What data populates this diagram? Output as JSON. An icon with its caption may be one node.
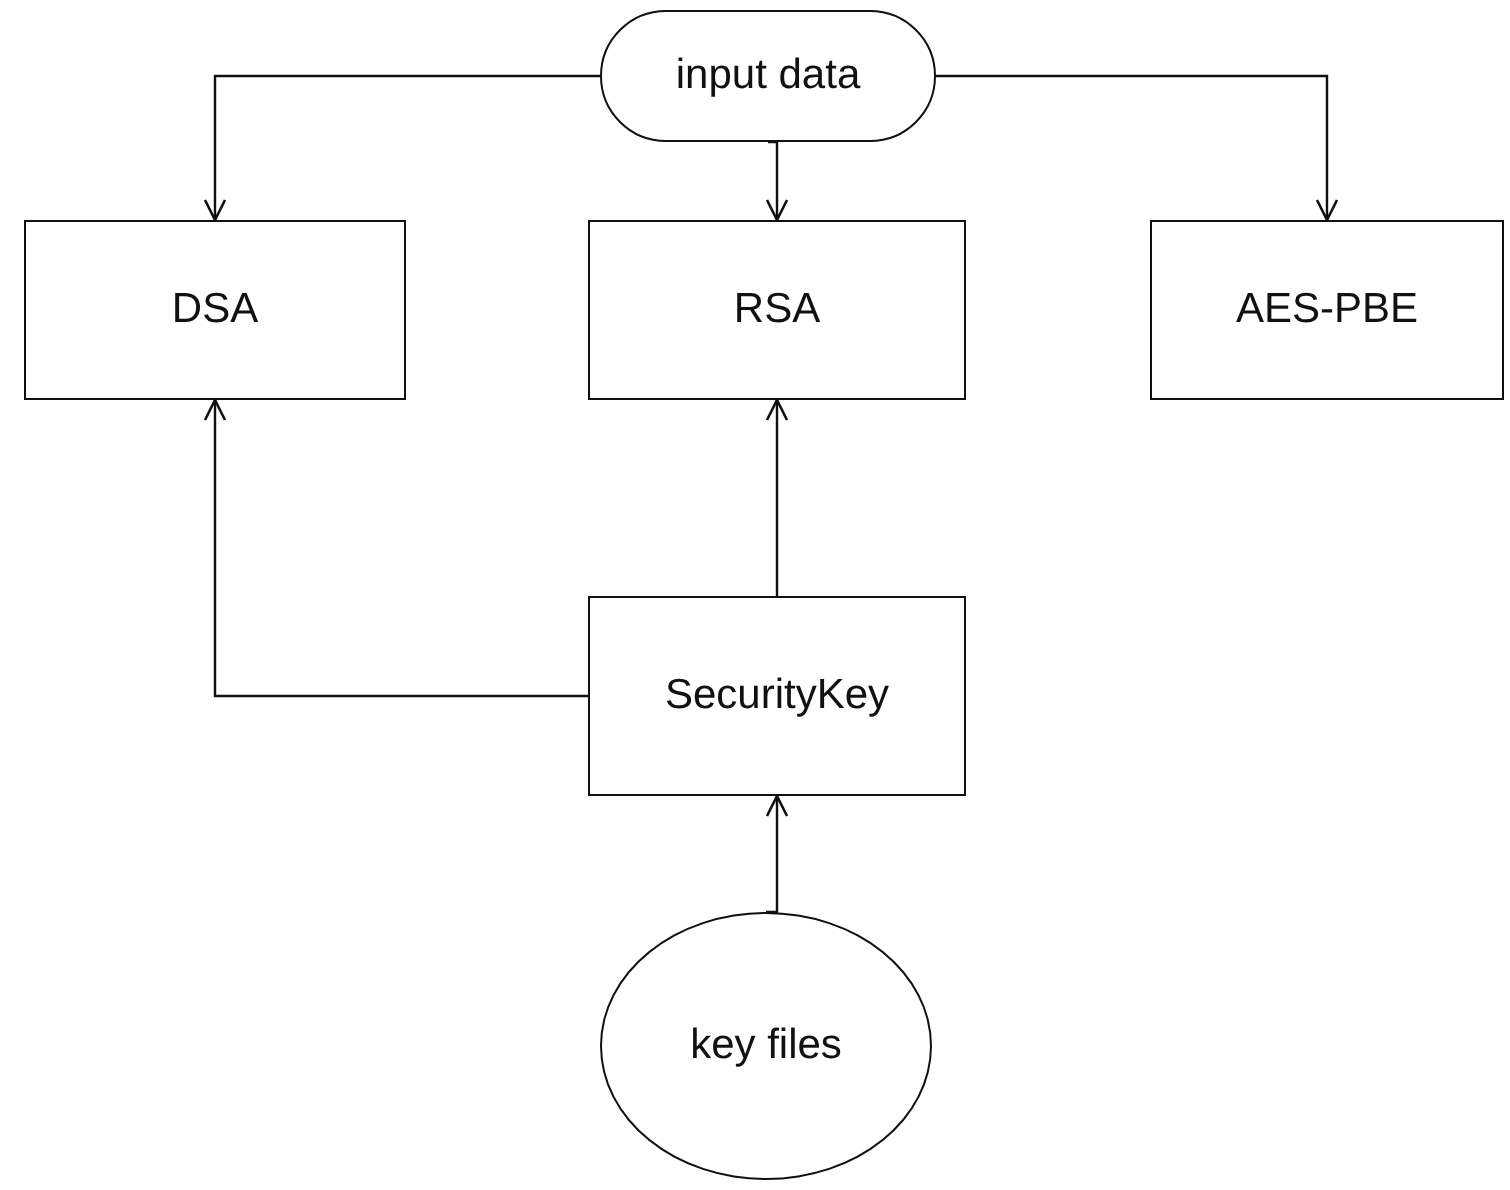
{
  "diagram": {
    "nodes": [
      {
        "text": [
          "input data"
        ]
      },
      {
        "text": [
          "DSA"
        ]
      },
      {
        "text": [
          "RSA"
        ]
      },
      {
        "text": [
          "AES-PBE"
        ]
      },
      {
        "text": [
          "SecurityKey"
        ]
      },
      {
        "text": [
          "key files"
        ]
      }
    ],
    "edges": [
      {
        "from": 0,
        "to": 1,
        "arrow": "to"
      },
      {
        "from": 0,
        "to": 2,
        "arrow": "to"
      },
      {
        "from": 0,
        "to": 3,
        "arrow": "to"
      },
      {
        "from": 4,
        "to": 1,
        "arrow": "to"
      },
      {
        "from": 4,
        "to": 2,
        "arrow": "to"
      },
      {
        "from": 5,
        "to": 4,
        "arrow": "to"
      }
    ]
  }
}
